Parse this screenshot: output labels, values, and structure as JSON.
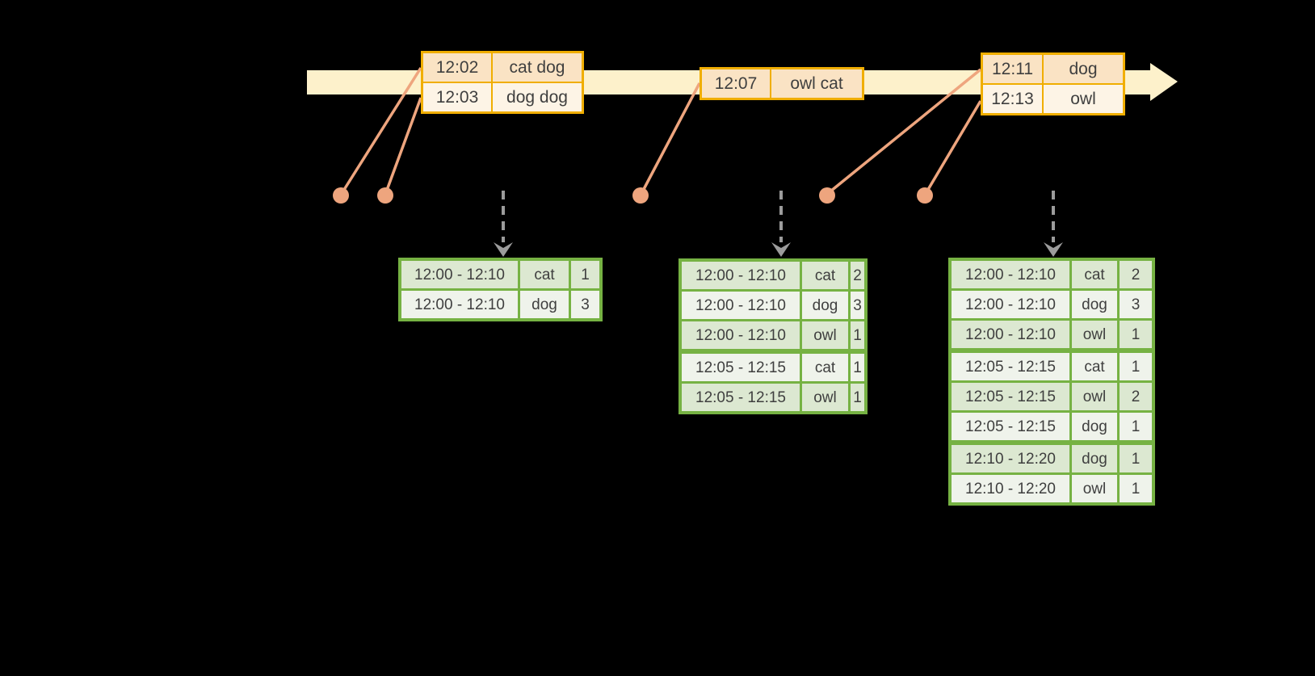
{
  "colors": {
    "background": "#000000",
    "band": "#fdf1cb",
    "gold": "#f0ae00",
    "event_row_dark": "#fae3c4",
    "event_row_light": "#fdf4e6",
    "salmon": "#eea57e",
    "green": "#76b243",
    "green_row_dark": "#dce8d1",
    "green_row_light": "#eff3eb",
    "gray_arrow": "#9c9c9c",
    "text": "#3f3f3f"
  },
  "timeline": {
    "event_groups": [
      {
        "rows": [
          {
            "time": "12:02",
            "words": "cat dog"
          },
          {
            "time": "12:03",
            "words": "dog dog"
          }
        ]
      },
      {
        "rows": [
          {
            "time": "12:07",
            "words": "owl cat"
          }
        ]
      },
      {
        "rows": [
          {
            "time": "12:11",
            "words": "dog"
          },
          {
            "time": "12:13",
            "words": "owl"
          }
        ]
      }
    ]
  },
  "result_tables": [
    {
      "rows": [
        {
          "window": "12:00 - 12:10",
          "word": "cat",
          "count": "1"
        },
        {
          "window": "12:00 - 12:10",
          "word": "dog",
          "count": "3"
        }
      ]
    },
    {
      "rows": [
        {
          "window": "12:00 - 12:10",
          "word": "cat",
          "count": "2"
        },
        {
          "window": "12:00 - 12:10",
          "word": "dog",
          "count": "3"
        },
        {
          "window": "12:00 - 12:10",
          "word": "owl",
          "count": "1"
        },
        {
          "window": "12:05 - 12:15",
          "word": "cat",
          "count": "1"
        },
        {
          "window": "12:05 - 12:15",
          "word": "owl",
          "count": "1"
        }
      ]
    },
    {
      "rows": [
        {
          "window": "12:00 - 12:10",
          "word": "cat",
          "count": "2"
        },
        {
          "window": "12:00 - 12:10",
          "word": "dog",
          "count": "3"
        },
        {
          "window": "12:00 - 12:10",
          "word": "owl",
          "count": "1"
        },
        {
          "window": "12:05 - 12:15",
          "word": "cat",
          "count": "1"
        },
        {
          "window": "12:05 - 12:15",
          "word": "owl",
          "count": "2"
        },
        {
          "window": "12:05 - 12:15",
          "word": "dog",
          "count": "1"
        },
        {
          "window": "12:10 - 12:20",
          "word": "dog",
          "count": "1"
        },
        {
          "window": "12:10 - 12:20",
          "word": "owl",
          "count": "1"
        }
      ]
    }
  ]
}
